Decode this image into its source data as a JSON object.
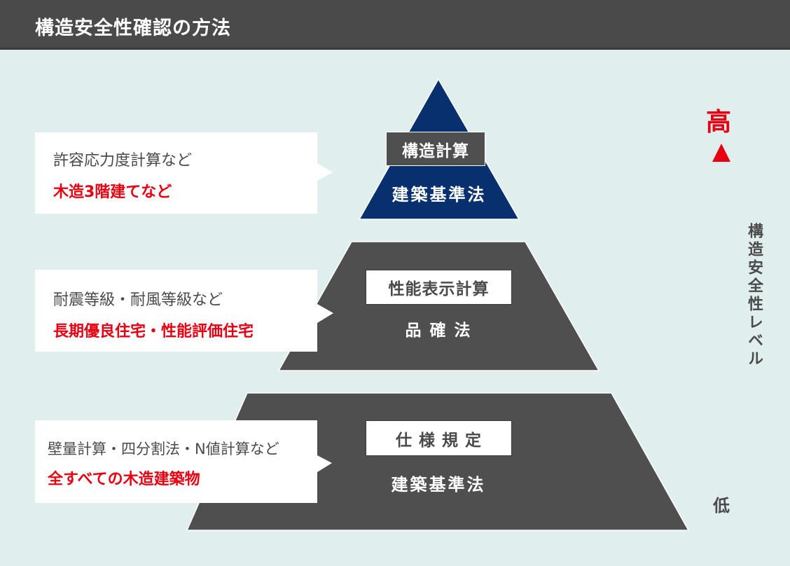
{
  "header": {
    "title": "構造安全性確認の方法"
  },
  "colors": {
    "background": "#e0eeee",
    "header_bg": "#4a4a4a",
    "pyramid_top": "#08306e",
    "pyramid_tier": "#4f4f4f",
    "accent_red": "#e60012",
    "text_gray": "#4a4a4a"
  },
  "pyramid": {
    "tiers": [
      {
        "method_label": "構造計算",
        "law_label": "建築基準法",
        "callout": {
          "line1": "許容応力度計算など",
          "line2": "木造3階建てなど"
        }
      },
      {
        "method_label": "性能表示計算",
        "law_label": "品 確 法",
        "callout": {
          "line1": "耐震等級・耐風等級など",
          "line2": "長期優良住宅・性能評価住宅"
        }
      },
      {
        "method_label": "仕 様 規 定",
        "law_label": "建築基準法",
        "callout": {
          "line1": "壁量計算・四分割法・N値計算など",
          "line2": "全すべての木造建築物"
        }
      }
    ]
  },
  "level_scale": {
    "high_label": "高",
    "low_label": "低",
    "axis_label": "構造安全性レベル"
  }
}
